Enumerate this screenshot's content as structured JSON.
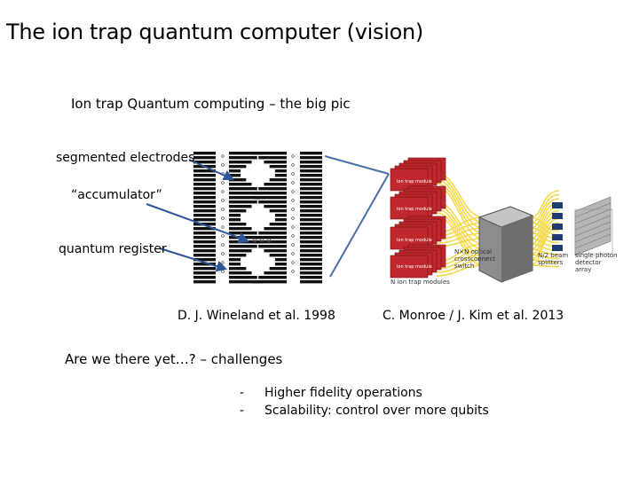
{
  "slide": {
    "title": "The ion trap quantum computer (vision)",
    "subtitle": "Ion trap Quantum computing – the big pic",
    "labels": {
      "segmented": "segmented electrodes",
      "accumulator": "“accumulator”",
      "register": "quantum register"
    },
    "citations": {
      "left": "D. J. Wineland et al. 1998",
      "right": "C. Monroe / J. Kim et al. 2013"
    },
    "challenges": {
      "heading": "Are we there yet…? – challenges",
      "items": [
        "Higher fidelity operations",
        "Scalability: control over more qubits"
      ],
      "dash": "-"
    },
    "figure": {
      "module_labels": [
        "ion trap module",
        "ion trap module",
        "ion trap module",
        "ion trap module"
      ],
      "switch_label": "N×N optical crossconnect switch",
      "modules_label": "N ion trap modules",
      "beam_splitters_label": "N/2 beam splitters",
      "detector_label": "single photon detector array"
    },
    "colors": {
      "arrow": "#4472c4",
      "module": "#c0282d",
      "fiber": "#f3d94a",
      "electrode": "#111111"
    }
  }
}
